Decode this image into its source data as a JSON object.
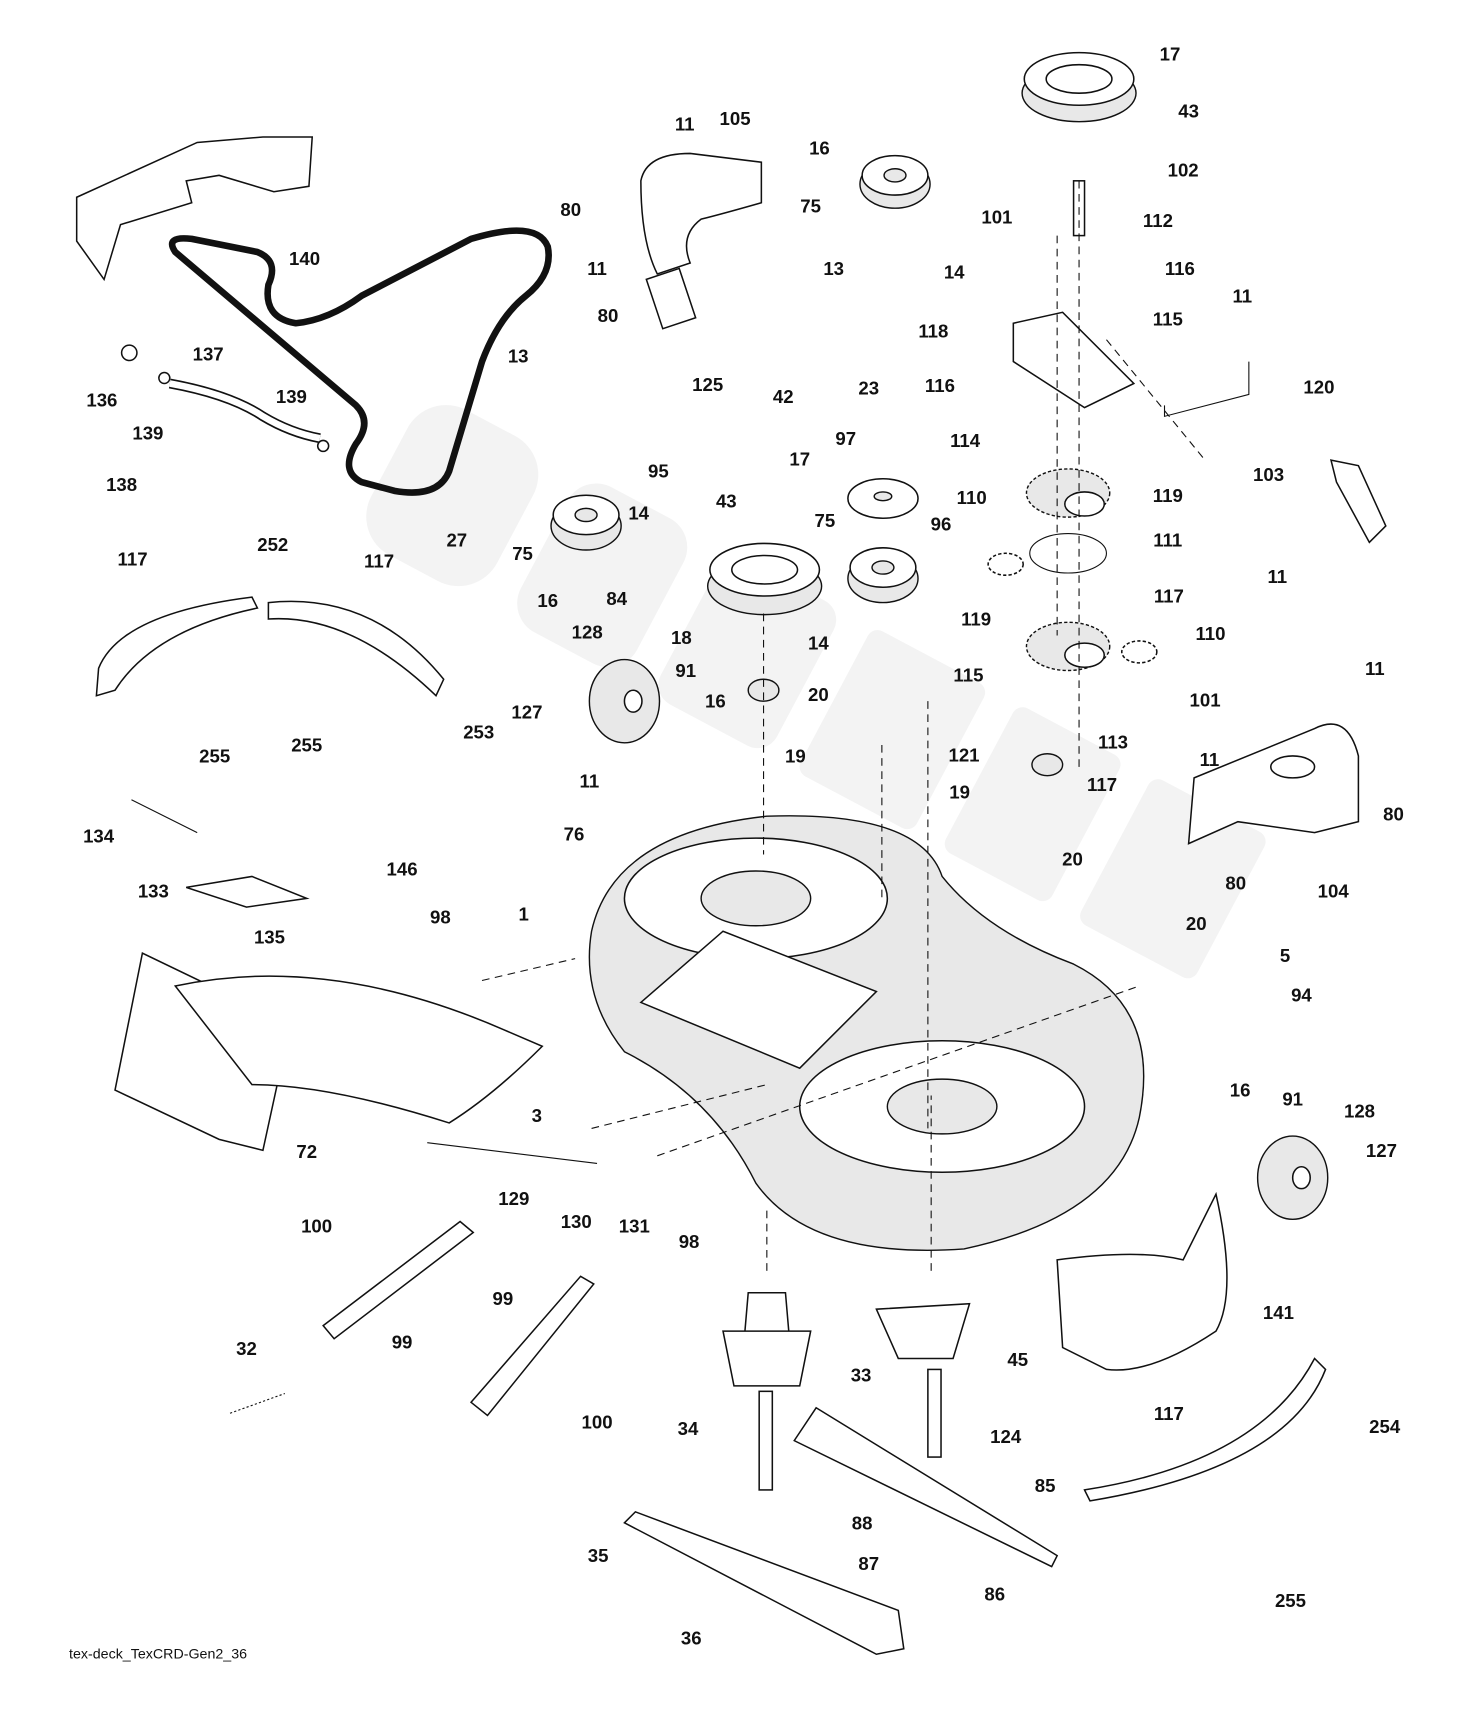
{
  "diagram": {
    "footer_code": "tex-deck_TexCRD-Gen2_36",
    "watermark": "SUNTEK",
    "callouts": [
      "17",
      "43",
      "102",
      "112",
      "101",
      "116",
      "11",
      "105",
      "16",
      "75",
      "14",
      "13",
      "80",
      "11",
      "80",
      "140",
      "137",
      "136",
      "139",
      "139",
      "138",
      "27",
      "118",
      "115",
      "11",
      "120",
      "116",
      "13",
      "125",
      "42",
      "95",
      "14",
      "75",
      "16",
      "84",
      "23",
      "97",
      "114",
      "103",
      "17",
      "43",
      "75",
      "96",
      "110",
      "119",
      "111",
      "11",
      "117",
      "252",
      "117",
      "128",
      "91",
      "16",
      "127",
      "18",
      "14",
      "19",
      "20",
      "119",
      "117",
      "110",
      "115",
      "113",
      "101",
      "11",
      "121",
      "19",
      "117",
      "11",
      "80",
      "80",
      "104",
      "253",
      "255",
      "255",
      "11",
      "76",
      "134",
      "146",
      "133",
      "135",
      "98",
      "1",
      "20",
      "20",
      "5",
      "94",
      "3",
      "72",
      "16",
      "91",
      "128",
      "127",
      "129",
      "130",
      "131",
      "98",
      "100",
      "99",
      "99",
      "32",
      "100",
      "33",
      "45",
      "141",
      "117",
      "254",
      "34",
      "124",
      "85",
      "88",
      "87",
      "86",
      "35",
      "255",
      "36"
    ]
  }
}
